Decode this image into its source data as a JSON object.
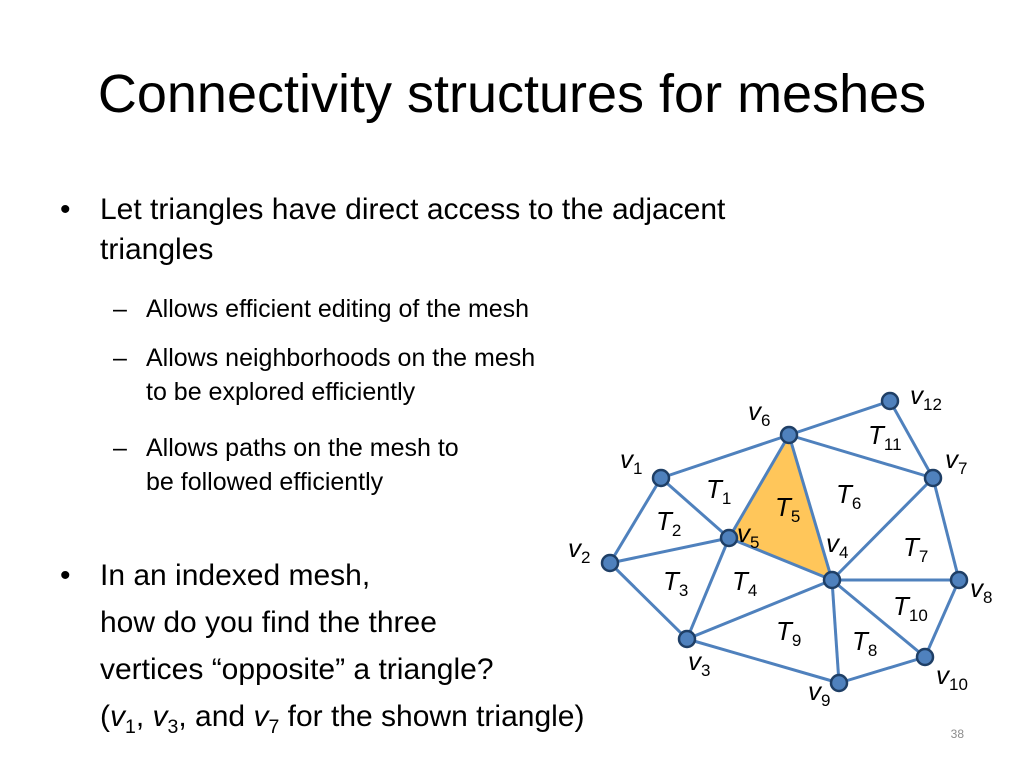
{
  "title": "Connectivity structures for meshes",
  "bullets": [
    {
      "lines": [
        "Let triangles have direct access to the adjacent",
        "triangles"
      ],
      "subbullets": [
        {
          "lines": [
            "Allows efficient editing of the mesh"
          ]
        },
        {
          "lines": [
            "Allows neighborhoods on the mesh",
            "to be explored efficiently"
          ]
        },
        {
          "lines": [
            "Allows paths on the mesh to",
            "be followed efficiently"
          ]
        }
      ]
    },
    {
      "lines": [
        "In an indexed mesh,",
        "how do you find the three",
        "vertices “opposite” a triangle?"
      ],
      "last_line": {
        "open": "(",
        "v1": "v",
        "v1_sub": "1",
        "sep1": ", ",
        "v3": "v",
        "v3_sub": "3",
        "sep2": ", and ",
        "v7": "v",
        "v7_sub": "7",
        "close": " for the shown triangle)"
      }
    }
  ],
  "bullet_mark": "•",
  "sub_mark": "–",
  "slide_number": "38",
  "colors": {
    "vertex_fill": "#4F81BD",
    "vertex_stroke": "#1F3F66",
    "edge": "#4F81BD",
    "highlight": "#FFC65A"
  },
  "mesh": {
    "vertices": [
      {
        "id": "v1",
        "letter": "v",
        "sub": "1"
      },
      {
        "id": "v2",
        "letter": "v",
        "sub": "2"
      },
      {
        "id": "v3",
        "letter": "v",
        "sub": "3"
      },
      {
        "id": "v4",
        "letter": "v",
        "sub": "4"
      },
      {
        "id": "v5",
        "letter": "v",
        "sub": "5"
      },
      {
        "id": "v6",
        "letter": "v",
        "sub": "6"
      },
      {
        "id": "v7",
        "letter": "v",
        "sub": "7"
      },
      {
        "id": "v8",
        "letter": "v",
        "sub": "8"
      },
      {
        "id": "v9",
        "letter": "v",
        "sub": "9"
      },
      {
        "id": "v10",
        "letter": "v",
        "sub": "10"
      },
      {
        "id": "v12",
        "letter": "v",
        "sub": "12"
      }
    ],
    "triangles": [
      {
        "id": "T1",
        "letter": "T",
        "sub": "1"
      },
      {
        "id": "T2",
        "letter": "T",
        "sub": "2"
      },
      {
        "id": "T3",
        "letter": "T",
        "sub": "3"
      },
      {
        "id": "T4",
        "letter": "T",
        "sub": "4"
      },
      {
        "id": "T5",
        "letter": "T",
        "sub": "5",
        "highlighted": true
      },
      {
        "id": "T6",
        "letter": "T",
        "sub": "6"
      },
      {
        "id": "T7",
        "letter": "T",
        "sub": "7"
      },
      {
        "id": "T8",
        "letter": "T",
        "sub": "8"
      },
      {
        "id": "T9",
        "letter": "T",
        "sub": "9"
      },
      {
        "id": "T10",
        "letter": "T",
        "sub": "10"
      },
      {
        "id": "T11",
        "letter": "T",
        "sub": "11"
      }
    ]
  }
}
